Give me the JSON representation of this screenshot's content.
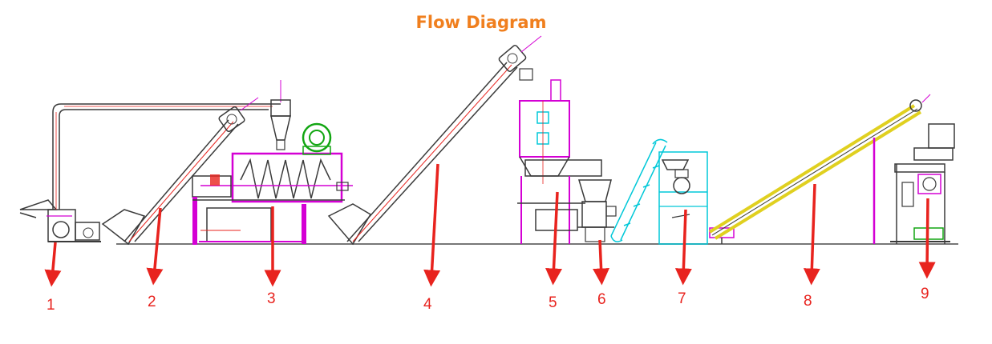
{
  "title": "Flow Diagram",
  "labels": [
    "1",
    "2",
    "3",
    "4",
    "5",
    "6",
    "7",
    "8",
    "9"
  ],
  "colors": {
    "title": "#f07f1e",
    "arrow": "#e8231e",
    "outline": "#3a3a3a",
    "magenta": "#d400d4",
    "cyan": "#00c8d8",
    "yellow": "#e0d020",
    "green": "#12a612"
  }
}
